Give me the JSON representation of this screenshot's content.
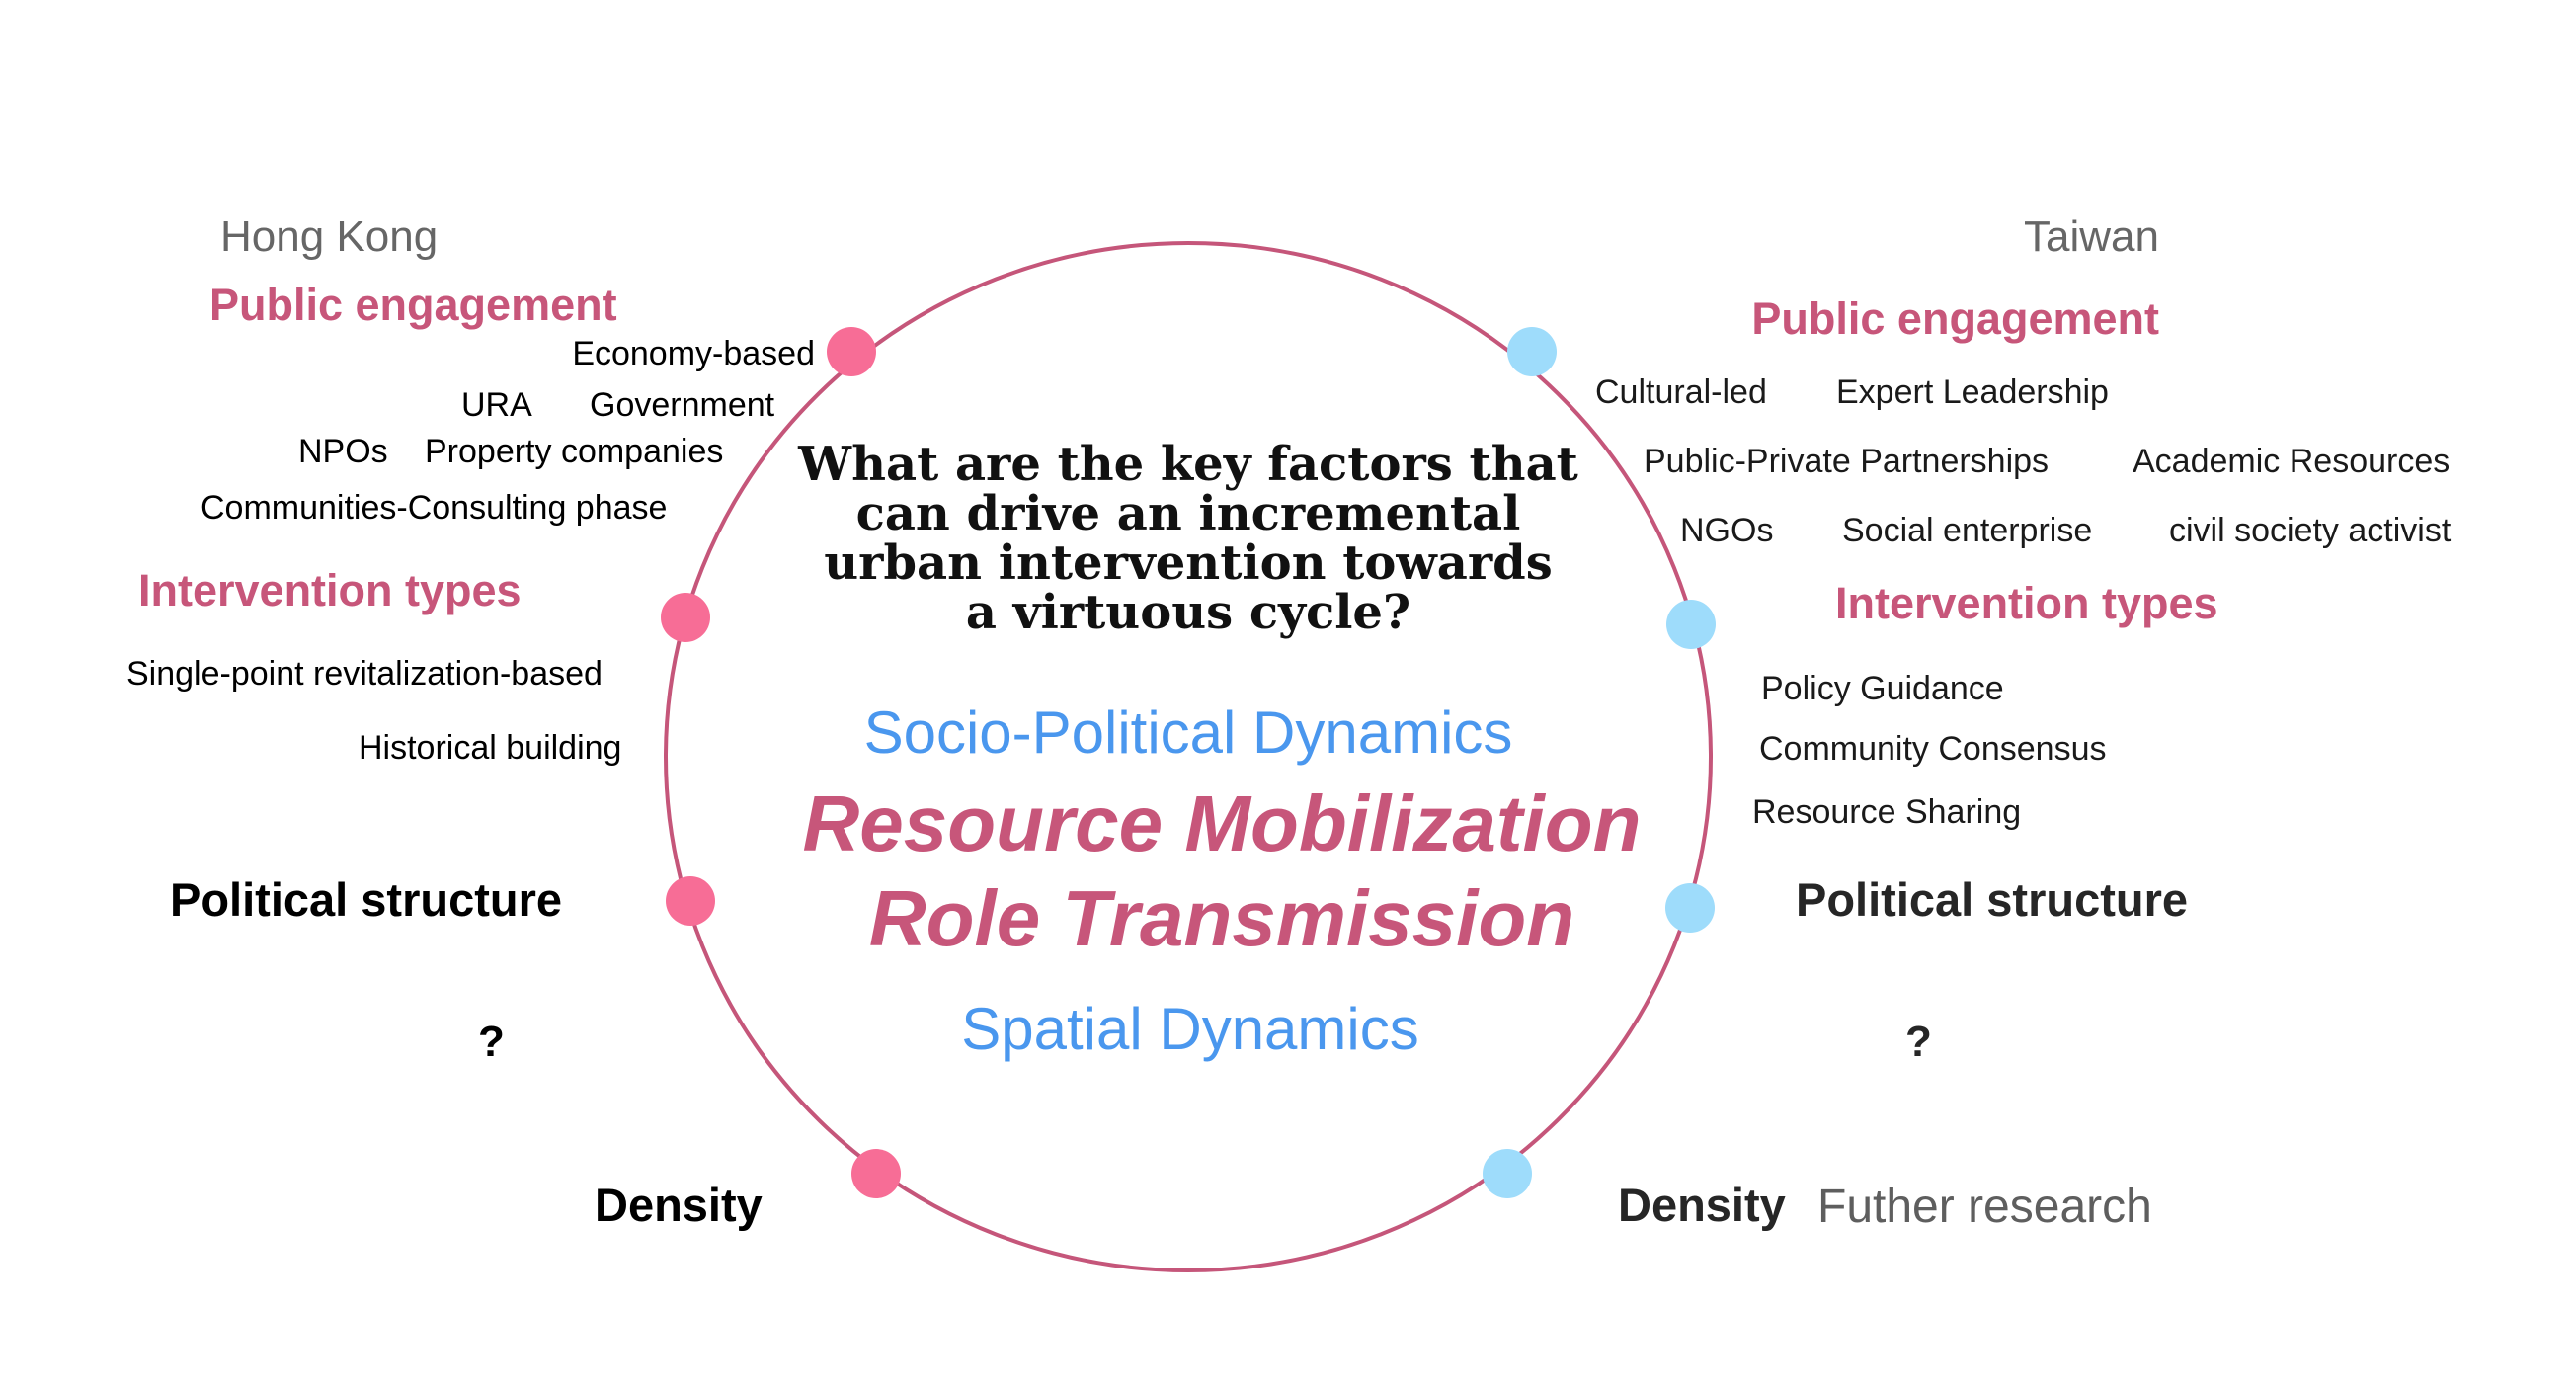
{
  "colors": {
    "ring": "#c5567a",
    "hong_kong_dot": "#f76d96",
    "taiwan_dot": "#9edcfb",
    "category": "#c7567a",
    "dynamics": "#4a97ee"
  },
  "center": {
    "question_lines": [
      "What are the key factors that",
      "can drive an incremental",
      "urban intervention towards",
      "a virtuous cycle?"
    ],
    "socio_political": "Socio-Political Dynamics",
    "resource_mobilization": "Resource Mobilization",
    "role_transmission": "Role Transmission",
    "spatial": "Spatial Dynamics"
  },
  "hong_kong": {
    "region": "Hong Kong",
    "public_engagement": {
      "label": "Public engagement",
      "items": [
        "Economy-based",
        "URA",
        "Government",
        "NPOs",
        "Property companies",
        "Communities-Consulting phase"
      ]
    },
    "intervention_types": {
      "label": "Intervention types",
      "items": [
        "Single-point revitalization-based",
        "Historical building"
      ]
    },
    "political_structure": "Political structure",
    "political_value": "?",
    "density": "Density"
  },
  "taiwan": {
    "region": "Taiwan",
    "public_engagement": {
      "label": "Public engagement",
      "items": [
        "Cultural-led",
        "Expert Leadership",
        "Public-Private Partnerships",
        "Academic Resources",
        "NGOs",
        "Social enterprise",
        "civil society activist"
      ]
    },
    "intervention_types": {
      "label": "Intervention types",
      "items": [
        "Policy Guidance",
        "Community Consensus",
        "Resource Sharing"
      ]
    },
    "political_structure": "Political structure",
    "political_value": "?",
    "density": "Density",
    "density_note": "Futher research"
  }
}
